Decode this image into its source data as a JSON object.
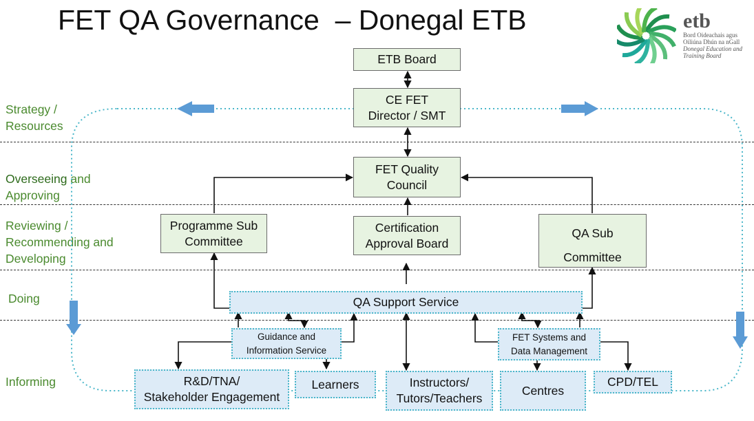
{
  "title": "FET QA Governance  – Donegal ETB",
  "logo": {
    "icon": "swirl-logo-icon",
    "brand": "etb",
    "lines": [
      "Bord Oideachais agus",
      "Oiliúna Dhún na nGall",
      "Donegal Education and",
      "Training Board"
    ]
  },
  "levels": {
    "strategy": [
      "Strategy /",
      "Resources"
    ],
    "overseeing_a": "Overseeing",
    "overseeing_b": " and",
    "overseeing_c": "Approving",
    "reviewing": [
      "Reviewing /",
      "Recommending and",
      "Developing"
    ],
    "doing": "Doing",
    "informing": "Informing"
  },
  "nodes": {
    "etb_board": "ETB Board",
    "ce_fet": [
      "CE FET",
      "Director / SMT"
    ],
    "quality_council": [
      "FET Quality",
      "Council"
    ],
    "programme_sub": [
      "Programme Sub",
      "Committee"
    ],
    "certification": [
      "Certification",
      "Approval Board"
    ],
    "qa_sub": [
      "QA Sub",
      "Committee"
    ],
    "qa_support": "QA Support Service",
    "guidance": [
      "Guidance and",
      "Information Service"
    ],
    "fet_systems": [
      "FET Systems and",
      "Data Management"
    ],
    "rd_tna": [
      "R&D/TNA/",
      "Stakeholder Engagement"
    ],
    "learners": "Learners",
    "instructors": [
      "Instructors/",
      "Tutors/Teachers"
    ],
    "centres": "Centres",
    "cpd_tel": "CPD/TEL"
  },
  "colors": {
    "green_fill": "#e7f3e1",
    "blue_fill": "#ddebf7",
    "cycle_dotted": "#49b6c9",
    "arrow_blue": "#5b9bd5",
    "label_green": "#4a8a2e"
  }
}
